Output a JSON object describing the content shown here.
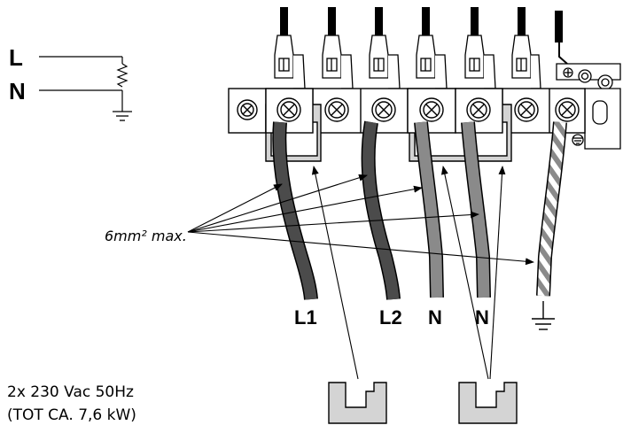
{
  "supply": {
    "line_label": "L",
    "neutral_label": "N"
  },
  "wires": [
    {
      "label": "L1"
    },
    {
      "label": "L2"
    },
    {
      "label": "N"
    },
    {
      "label": "N"
    }
  ],
  "annotation": {
    "max_section": "6mm² max."
  },
  "rating": {
    "line1": "2x 230 Vac 50Hz",
    "line2": "(TOT CA. 7,6 kW)"
  },
  "colors": {
    "wire_dark": "#4b4b4b",
    "wire_grey": "#8a8a8a",
    "bridge": "#d4d4d4",
    "outline": "#000000"
  }
}
